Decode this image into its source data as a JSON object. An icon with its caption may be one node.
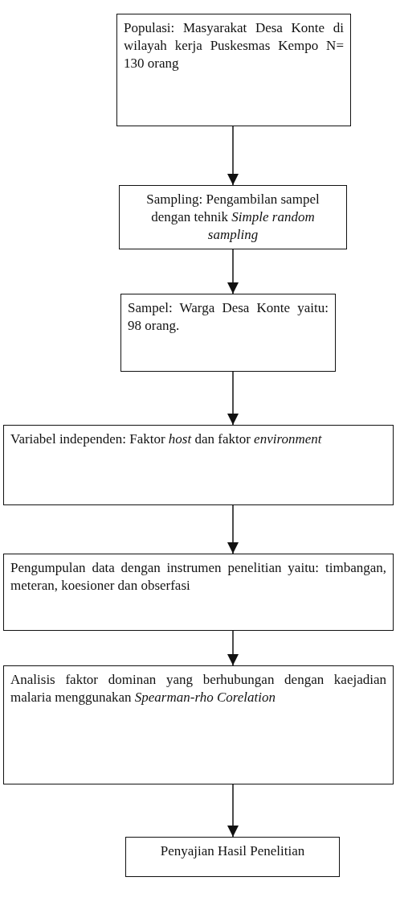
{
  "diagram": {
    "nodes": [
      {
        "text": [
          "Populasi: Masyarakat Desa Konte di wilayah kerja Puskesmas Kempo N= 130 orang"
        ]
      },
      {
        "text": [
          "Sampling: Pengambilan sampel dengan tehnik *Simple random sampling*"
        ]
      },
      {
        "text": [
          "Sampel: Warga Desa Konte yaitu: 98 orang."
        ]
      },
      {
        "text": [
          "Variabel independen: Faktor *host* dan faktor *environment*"
        ]
      },
      {
        "text": [
          "Pengumpulan data dengan instrumen penelitian yaitu: timbangan, meteran, koesioner dan obserfasi"
        ]
      },
      {
        "text": [
          "Analisis faktor dominan yang berhubungan dengan kaejadian malaria menggunakan *Spearman-rho Corelation*"
        ]
      },
      {
        "text": [
          "Penyajian Hasil Penelitian"
        ]
      }
    ],
    "edges": [
      {
        "from": 0,
        "to": 1,
        "arrow": "to"
      },
      {
        "from": 1,
        "to": 2,
        "arrow": "to"
      },
      {
        "from": 2,
        "to": 3,
        "arrow": "to"
      },
      {
        "from": 3,
        "to": 4,
        "arrow": "to"
      },
      {
        "from": 4,
        "to": 5,
        "arrow": "to"
      },
      {
        "from": 5,
        "to": 6,
        "arrow": "to"
      }
    ]
  }
}
